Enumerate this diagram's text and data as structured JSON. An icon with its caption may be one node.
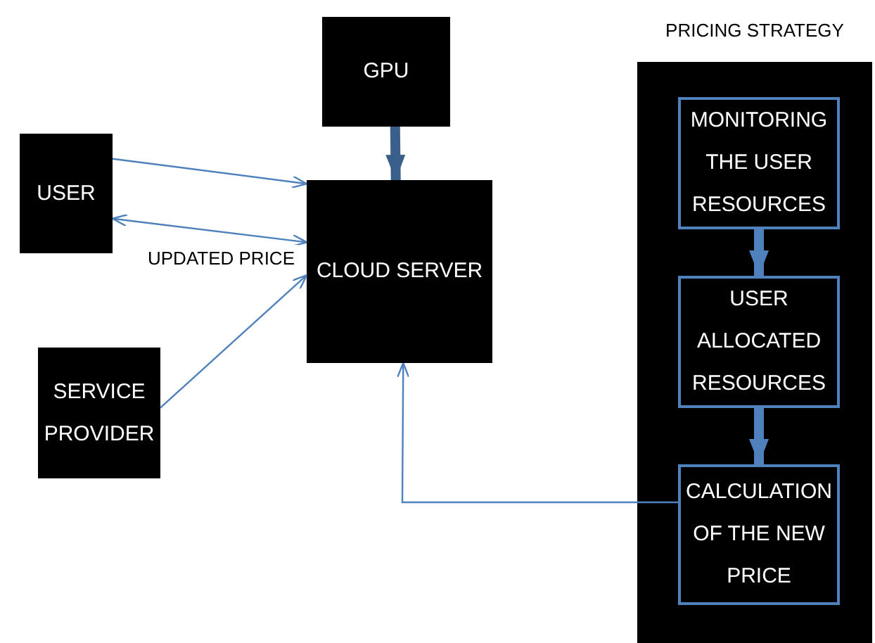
{
  "diagram": {
    "nodes": [
      {
        "text": [
          "GPU"
        ]
      },
      {
        "text": [
          "USER"
        ]
      },
      {
        "text": [
          "CLOUD SERVER"
        ]
      },
      {
        "text": [
          "SERVICE PROVIDER"
        ]
      },
      {
        "text": [
          "PRICING STRATEGY"
        ]
      },
      {
        "text": [
          "MONITORING THE USER RESOURCES"
        ],
        "in": 4
      },
      {
        "text": [
          "USER ALLOCATED RESOURCES"
        ],
        "in": 4
      },
      {
        "text": [
          "CALCULATION OF THE NEW PRICE"
        ],
        "in": 4
      }
    ],
    "edges": [
      {
        "from": 0,
        "to": 2,
        "arrow": "to",
        "style": "thick",
        "color": "#3a5f8b"
      },
      {
        "from": 1,
        "to": 2,
        "arrow": "to"
      },
      {
        "from": 1,
        "to": 2,
        "arrow": "both",
        "label": "UPDATED PRICE"
      },
      {
        "from": 3,
        "to": 2,
        "arrow": "to"
      },
      {
        "from": 5,
        "to": 6,
        "arrow": "to",
        "style": "thick"
      },
      {
        "from": 6,
        "to": 7,
        "arrow": "to",
        "style": "thick"
      },
      {
        "from": 7,
        "to": 2,
        "arrow": "to"
      }
    ]
  }
}
